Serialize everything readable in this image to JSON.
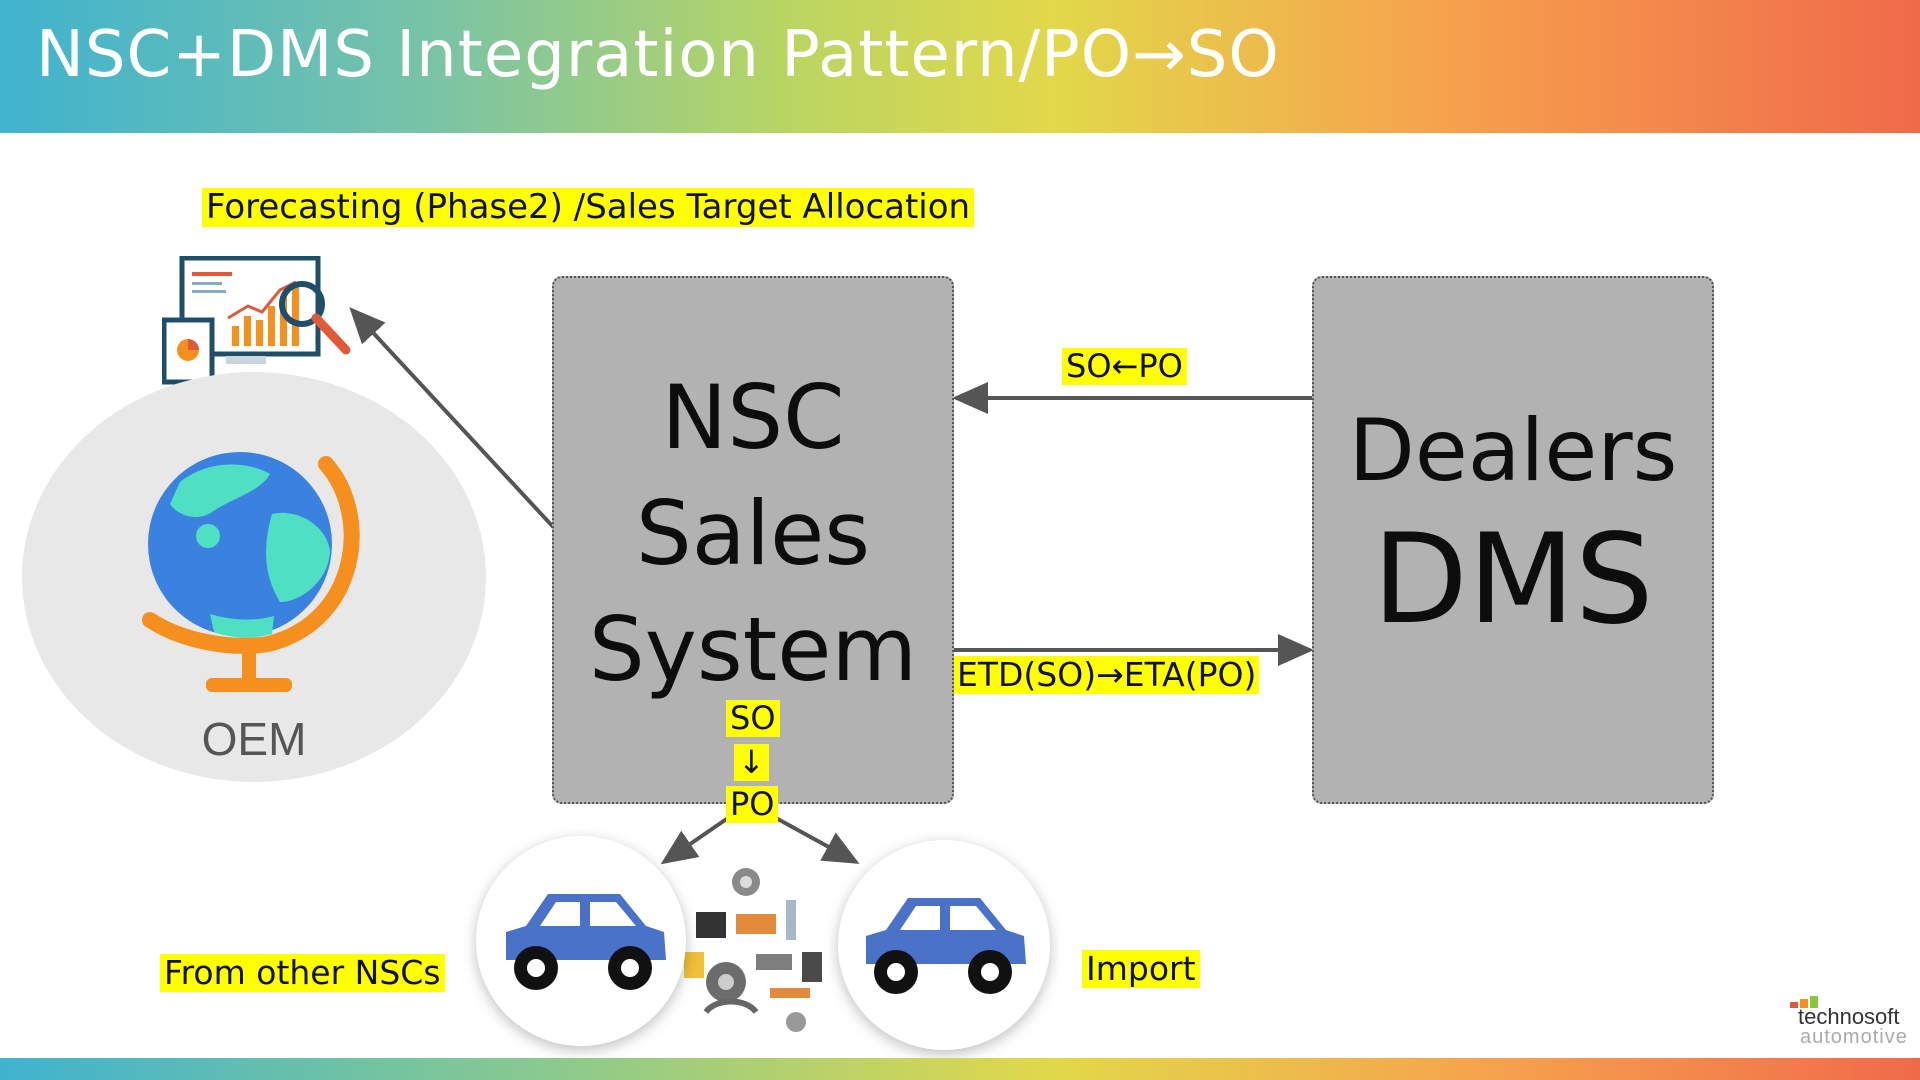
{
  "title": "NSC+DMS  Integration Pattern/PO→SO",
  "forecast_label": "Forecasting (Phase2) /Sales Target Allocation",
  "nsc_box": {
    "line1": "NSC",
    "line2": "Sales",
    "line3": "System"
  },
  "dealers_box": {
    "line1": "Dealers",
    "line2": "DMS"
  },
  "arrow_top_label": "SO←PO",
  "arrow_bottom_label": "ETD(SO)→ETA(PO)",
  "so_po": {
    "so": "SO",
    "arrow": "↓",
    "po": "PO"
  },
  "oem_label": "OEM",
  "from_other_label": "From other NSCs",
  "import_label": "Import",
  "logo": {
    "line1": "technosoft",
    "line2": "automotive"
  },
  "colors": {
    "highlight": "#ffff00",
    "box_gray": "#b2b2b2",
    "car_blue": "#4a72c9",
    "globe_orange": "#f5901e"
  }
}
